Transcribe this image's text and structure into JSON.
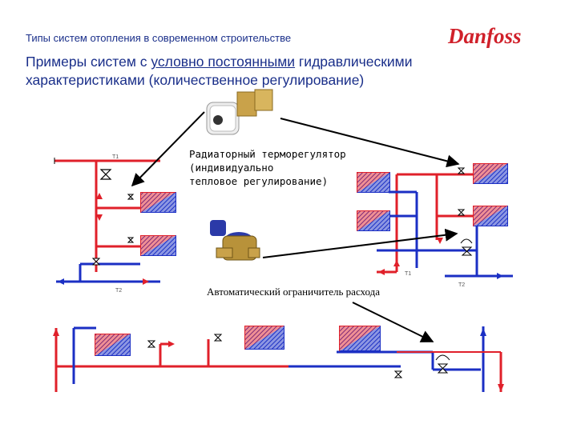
{
  "header": {
    "subtitle": "Типы систем отопления в современном строительстве",
    "title_part1": "Примеры систем с ",
    "title_underlined": "условно постоянными",
    "title_part2": " гидравлическими характеристиками (количественное регулирование)",
    "brand_logo": "Danfoss"
  },
  "labels": {
    "thermo_line1": "Радиаторный терморегулятор",
    "thermo_line2": "(индивидуально",
    "thermo_line3": "тепловое регулирование)",
    "flow_limiter": "Автоматический ограничитель расхода"
  },
  "pipe_labels": {
    "t1": "T1",
    "t2": "T2"
  },
  "colors": {
    "supply": "#e0202a",
    "return": "#1b2fc4",
    "text": "#1a2f8a",
    "logo": "#d0202a"
  }
}
